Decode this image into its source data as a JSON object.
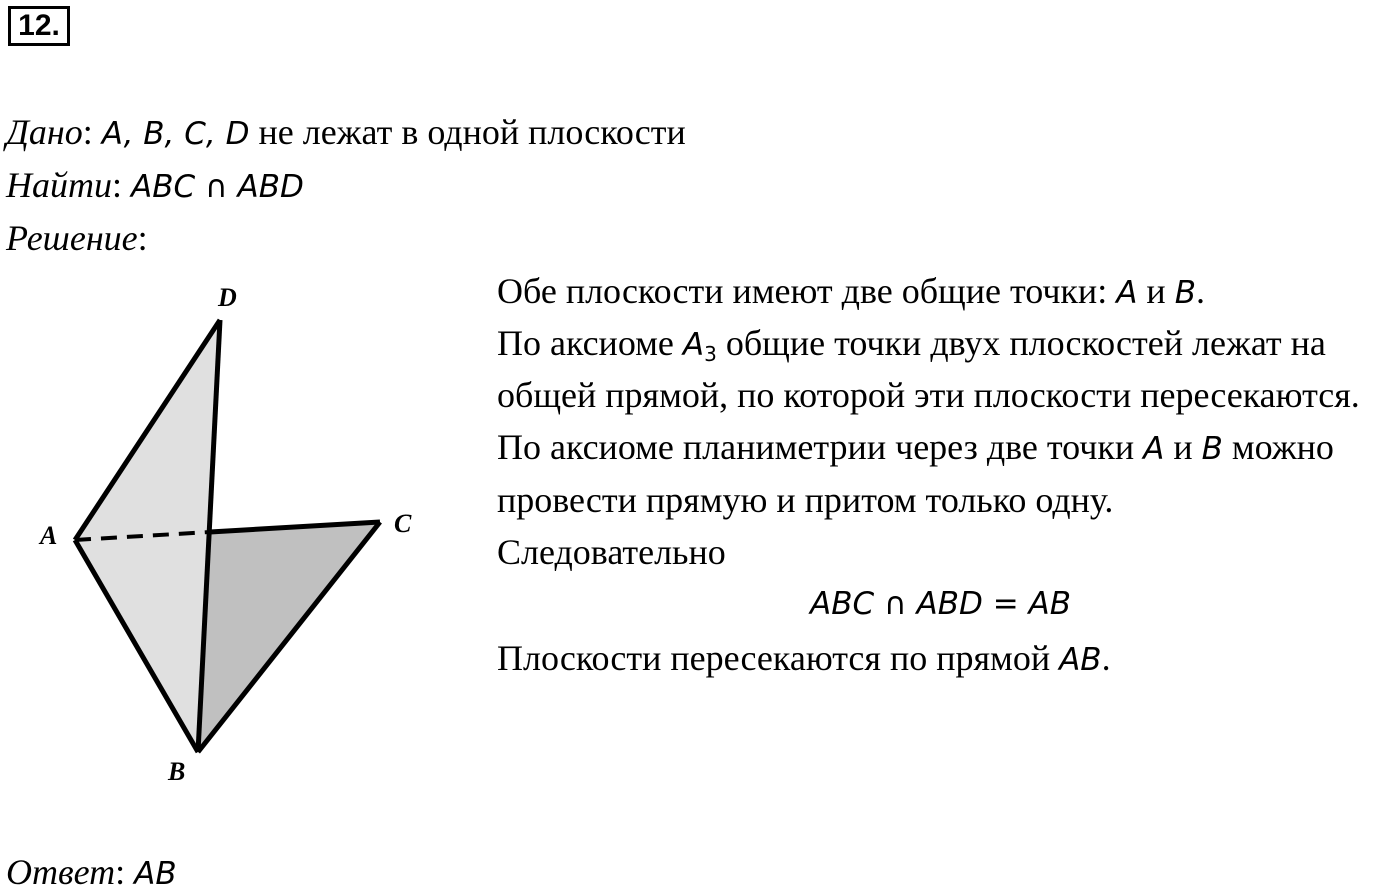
{
  "problem_number": "12.",
  "given": {
    "label": "Дано",
    "points": "A, B, C, D",
    "text": "не лежат в одной плоскости"
  },
  "find": {
    "label": "Найти",
    "expr": "ABC ∩ ABD"
  },
  "solution": {
    "label": "Решение"
  },
  "figure": {
    "labels": {
      "A": "A",
      "B": "B",
      "C": "C",
      "D": "D"
    },
    "fill_light": "#e0e0e0",
    "fill_dark": "#c0c0c0"
  },
  "body": {
    "l1_text": "Обе плоскости имеют две общие точки: ",
    "l1_a": "A",
    "l1_and": " и ",
    "l1_b": "B",
    "l1_end": ".",
    "l2_text": "По аксиоме ",
    "l2_axiom": "A",
    "l2_sub": "3",
    "l2_rest": " общие точки двух плоскостей лежат на",
    "l3": "общей прямой, по которой эти плоскости пересекаются.",
    "l4_text": "По аксиоме планиметрии через две точки ",
    "l4_a": "A",
    "l4_and": " и ",
    "l4_b": "B",
    "l4_rest": " можно",
    "l5": "провести прямую и притом только одну.",
    "l6": "Следовательно",
    "l7": "ABC ∩ ABD = AB",
    "l8_text": "Плоскости пересекаются по прямой ",
    "l8_ab": "AB",
    "l8_end": "."
  },
  "answer": {
    "label": "Ответ",
    "value": "AB"
  }
}
